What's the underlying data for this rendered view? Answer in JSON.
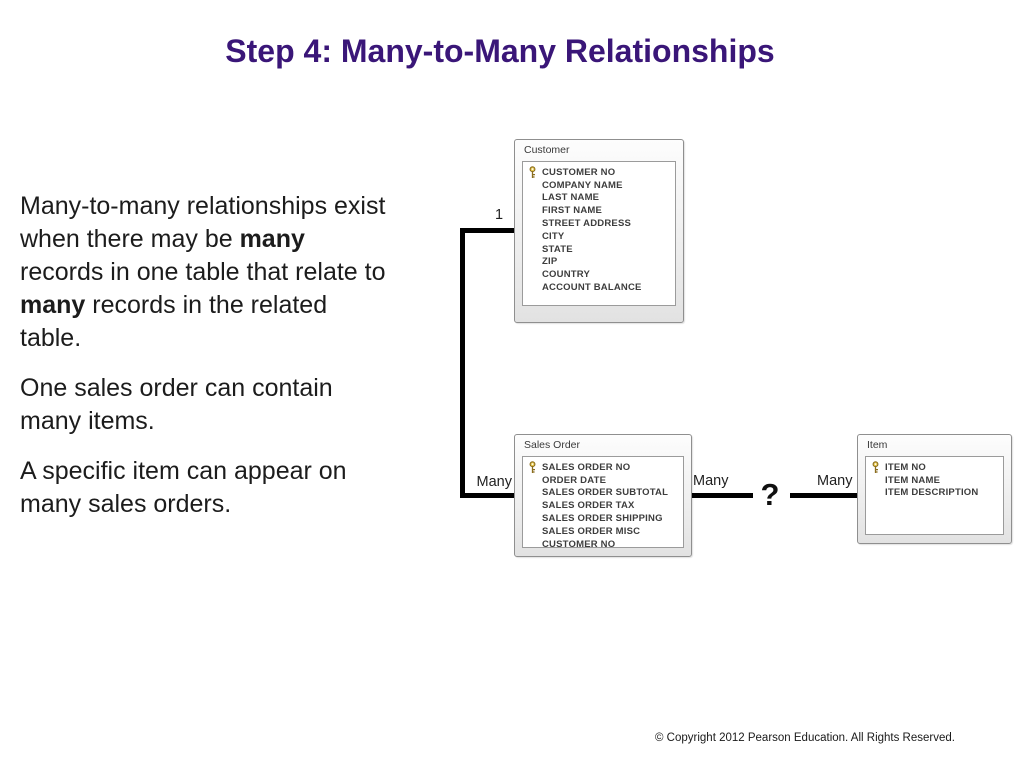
{
  "slide": {
    "title": "Step 4: Many-to-Many Relationships",
    "copyright": "© Copyright 2012 Pearson Education. All Rights Reserved."
  },
  "colors": {
    "title_purple": "#3a1678",
    "connector_line": "#000000",
    "key_icon_gold": "#e8c84a",
    "table_border_gray": "#8f8f8f"
  },
  "body": {
    "paragraphs": [
      [
        {
          "text": "Many-to-many relationships exist when there may be ",
          "bold": false
        },
        {
          "text": "many",
          "bold": true
        },
        {
          "text": " records in one table that relate to ",
          "bold": false
        },
        {
          "text": "many",
          "bold": true
        },
        {
          "text": " records in the related table.",
          "bold": false
        }
      ],
      [
        {
          "text": "One sales order can contain many items.",
          "bold": false
        }
      ],
      [
        {
          "text": "A specific item can appear on many sales orders.",
          "bold": false
        }
      ]
    ]
  },
  "diagram": {
    "tables": [
      {
        "title": "Customer",
        "fields": [
          {
            "name": "CUSTOMER NO",
            "key": true
          },
          {
            "name": "COMPANY NAME",
            "key": false
          },
          {
            "name": "LAST NAME",
            "key": false
          },
          {
            "name": "FIRST NAME",
            "key": false
          },
          {
            "name": "STREET ADDRESS",
            "key": false
          },
          {
            "name": "CITY",
            "key": false
          },
          {
            "name": "STATE",
            "key": false
          },
          {
            "name": "ZIP",
            "key": false
          },
          {
            "name": "COUNTRY",
            "key": false
          },
          {
            "name": "ACCOUNT BALANCE",
            "key": false
          }
        ]
      },
      {
        "title": "Sales Order",
        "fields": [
          {
            "name": "SALES ORDER NO",
            "key": true
          },
          {
            "name": "ORDER DATE",
            "key": false
          },
          {
            "name": "SALES ORDER SUBTOTAL",
            "key": false
          },
          {
            "name": "SALES ORDER TAX",
            "key": false
          },
          {
            "name": "SALES ORDER SHIPPING",
            "key": false
          },
          {
            "name": "SALES ORDER MISC",
            "key": false
          },
          {
            "name": "CUSTOMER NO",
            "key": false
          }
        ]
      },
      {
        "title": "Item",
        "fields": [
          {
            "name": "ITEM NO",
            "key": true
          },
          {
            "name": "ITEM NAME",
            "key": false
          },
          {
            "name": "ITEM DESCRIPTION",
            "key": false
          }
        ]
      }
    ],
    "connectors": {
      "one_label": "1",
      "many_label_left": "Many",
      "many_label_middle": "Many",
      "many_label_right": "Many",
      "question_mark": "?"
    }
  }
}
